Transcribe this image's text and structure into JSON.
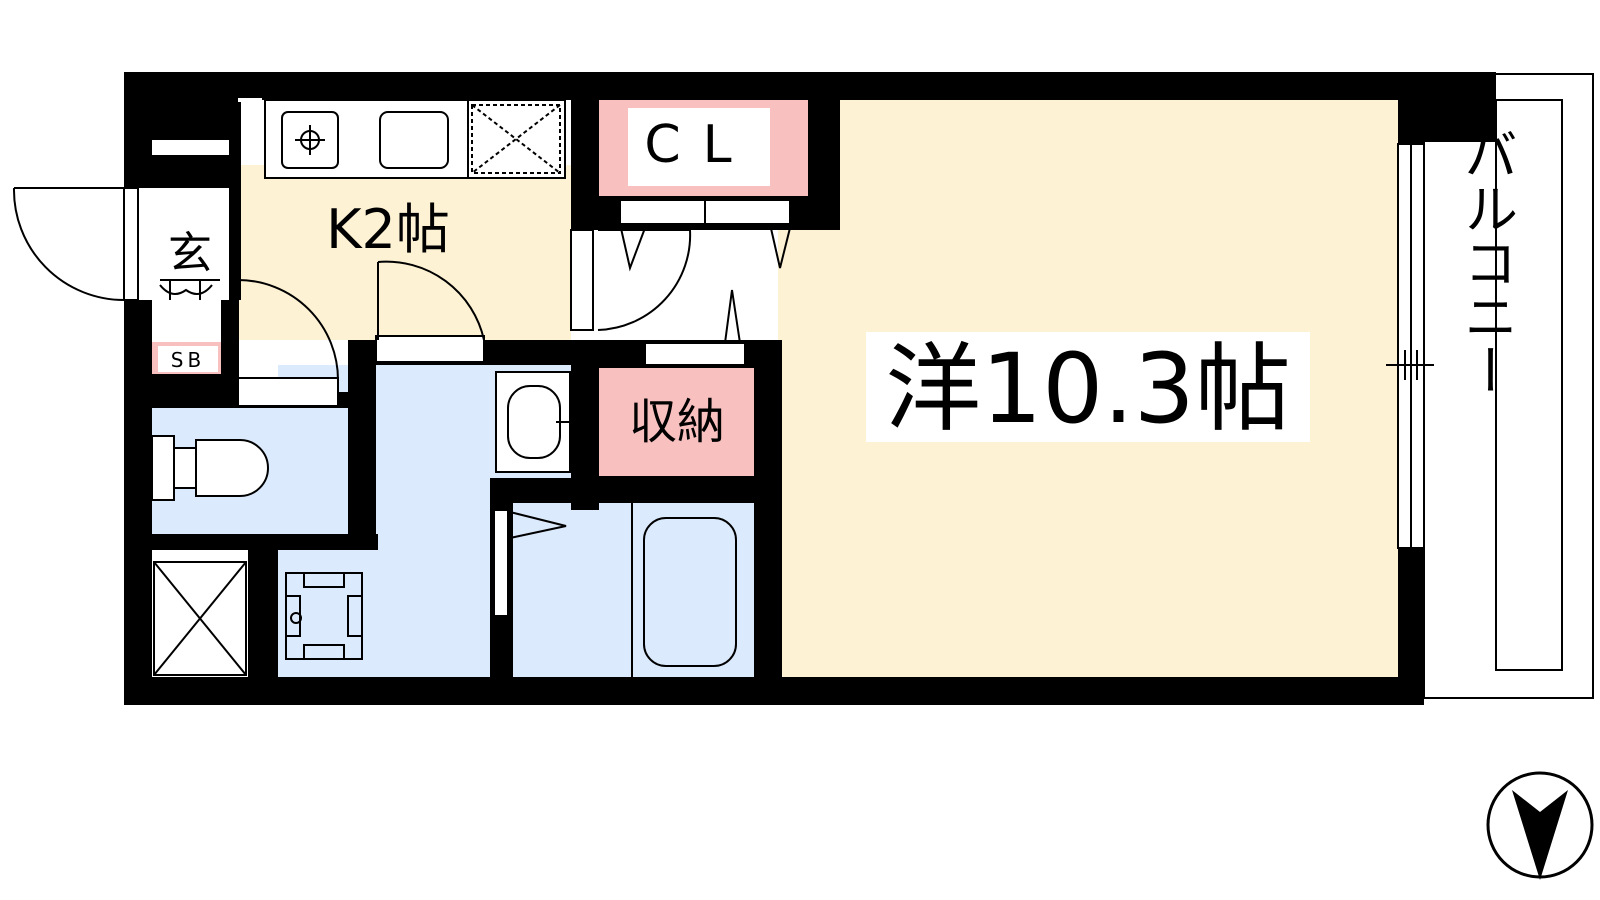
{
  "rooms": {
    "western_room": {
      "label": "洋10.3帖",
      "color": "#fdf2d4"
    },
    "kitchen": {
      "label": "K2帖",
      "color": "#fdf2d4"
    },
    "closet": {
      "label": "CL",
      "color": "#f9c0c0"
    },
    "storage": {
      "label": "収納",
      "color": "#f9c0c0"
    },
    "entrance": {
      "label": "玄"
    },
    "shoe_box": {
      "label": "SB",
      "color": "#f9c0c0"
    },
    "balcony": {
      "label": "バルコニー"
    },
    "wet_area": {
      "color": "#dbeafc"
    }
  },
  "colors": {
    "wall": "#000000",
    "fixture_line": "#333333"
  },
  "compass": {
    "icon": "north-arrow-icon"
  }
}
